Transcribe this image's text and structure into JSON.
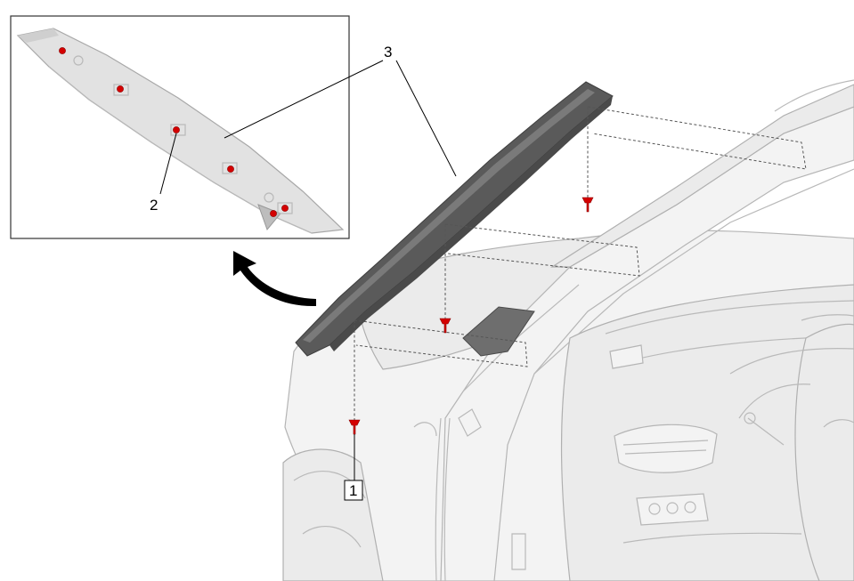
{
  "callouts": {
    "c1": "1",
    "c2": "2",
    "c3": "3"
  },
  "colors": {
    "fastener": "#d40000",
    "trim_panel": "#5a5a5a",
    "body": "#f3f3f3"
  },
  "icons": {
    "arrow": "curved-arrow-icon"
  }
}
